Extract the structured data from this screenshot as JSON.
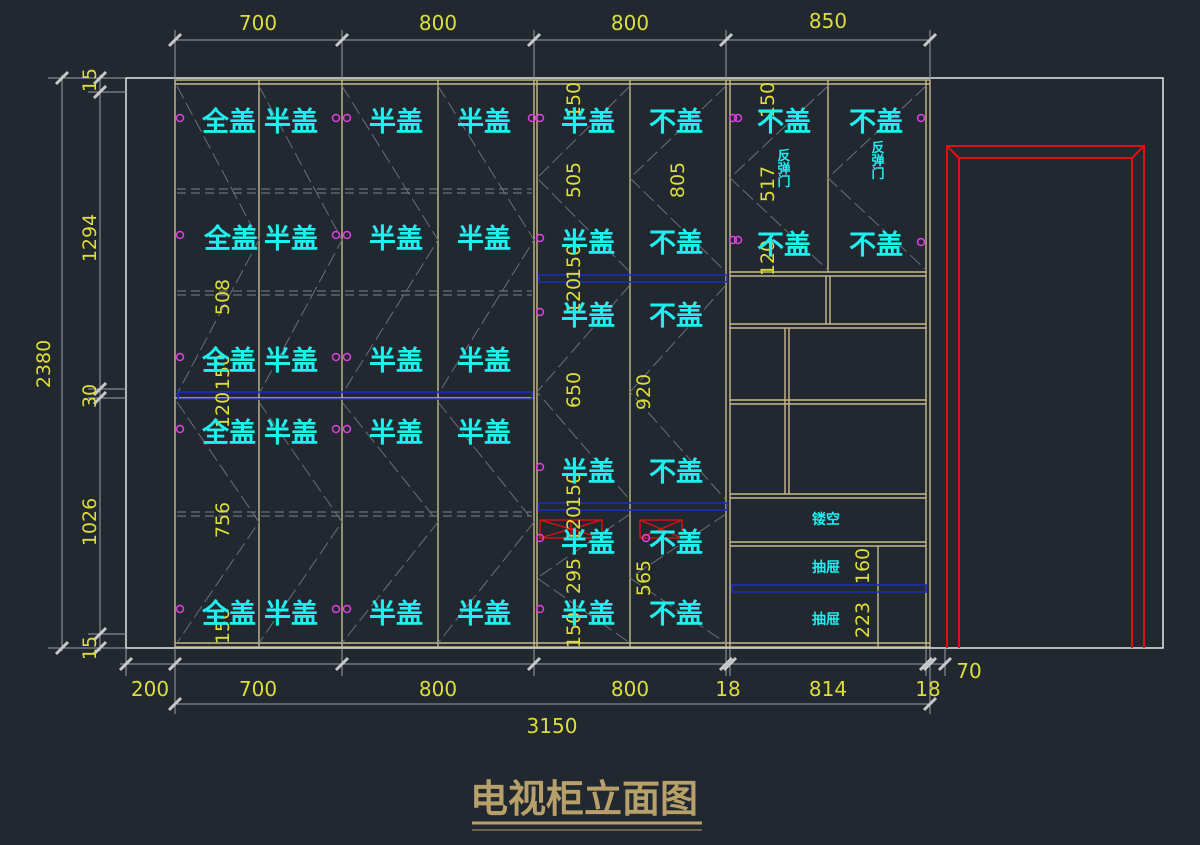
{
  "title": "电视柜立面图",
  "colors": {
    "background": "#212830",
    "cabinet_line": "#c8b98a",
    "dim_text": "#dede3a",
    "label_text": "#1ef0f0",
    "hinge": "#e040e0",
    "rail": "#1c2dbd",
    "door_frame": "#e01010",
    "dim_line": "#9aa0a6",
    "title_text": "#b8a06a"
  },
  "top_dims": [
    "700",
    "800",
    "800",
    "850"
  ],
  "bottom_dims": [
    "200",
    "700",
    "800",
    "800",
    "18",
    "814",
    "18"
  ],
  "right_gap": "70",
  "total_width": "3150",
  "left_dims": {
    "total": "2380",
    "top": "15",
    "upper": "1294",
    "mid": "30",
    "lower": "1026",
    "bottom": "15"
  },
  "labels": {
    "full": "全盖",
    "half": "半盖",
    "none": "不盖",
    "rebound_door": "反弹门",
    "hollow": "镂空",
    "drawer": "抽屉"
  },
  "inner_dims": [
    "508",
    "150",
    "120",
    "756",
    "150",
    "150",
    "505",
    "150",
    "120",
    "650",
    "150",
    "120",
    "295",
    "150",
    "805",
    "920",
    "565",
    "150",
    "517",
    "120",
    "160",
    "223"
  ]
}
